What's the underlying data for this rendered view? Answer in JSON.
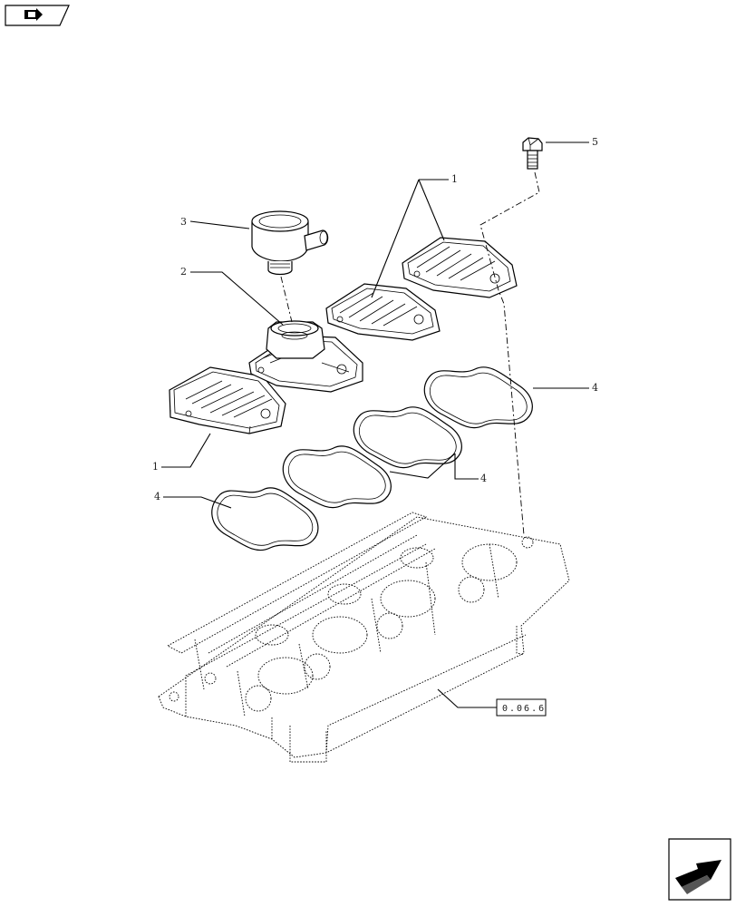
{
  "callouts": {
    "c1_top": "1",
    "c1_bottom": "1",
    "c2": "2",
    "c3": "3",
    "c4_left": "4",
    "c4_middle": "4",
    "c4_right": "4",
    "c5": "5"
  },
  "reference": {
    "label": "0.06.6"
  },
  "icons": {
    "top_left": "book-arrow-icon",
    "bottom_right": "next-page-arrow-icon"
  }
}
